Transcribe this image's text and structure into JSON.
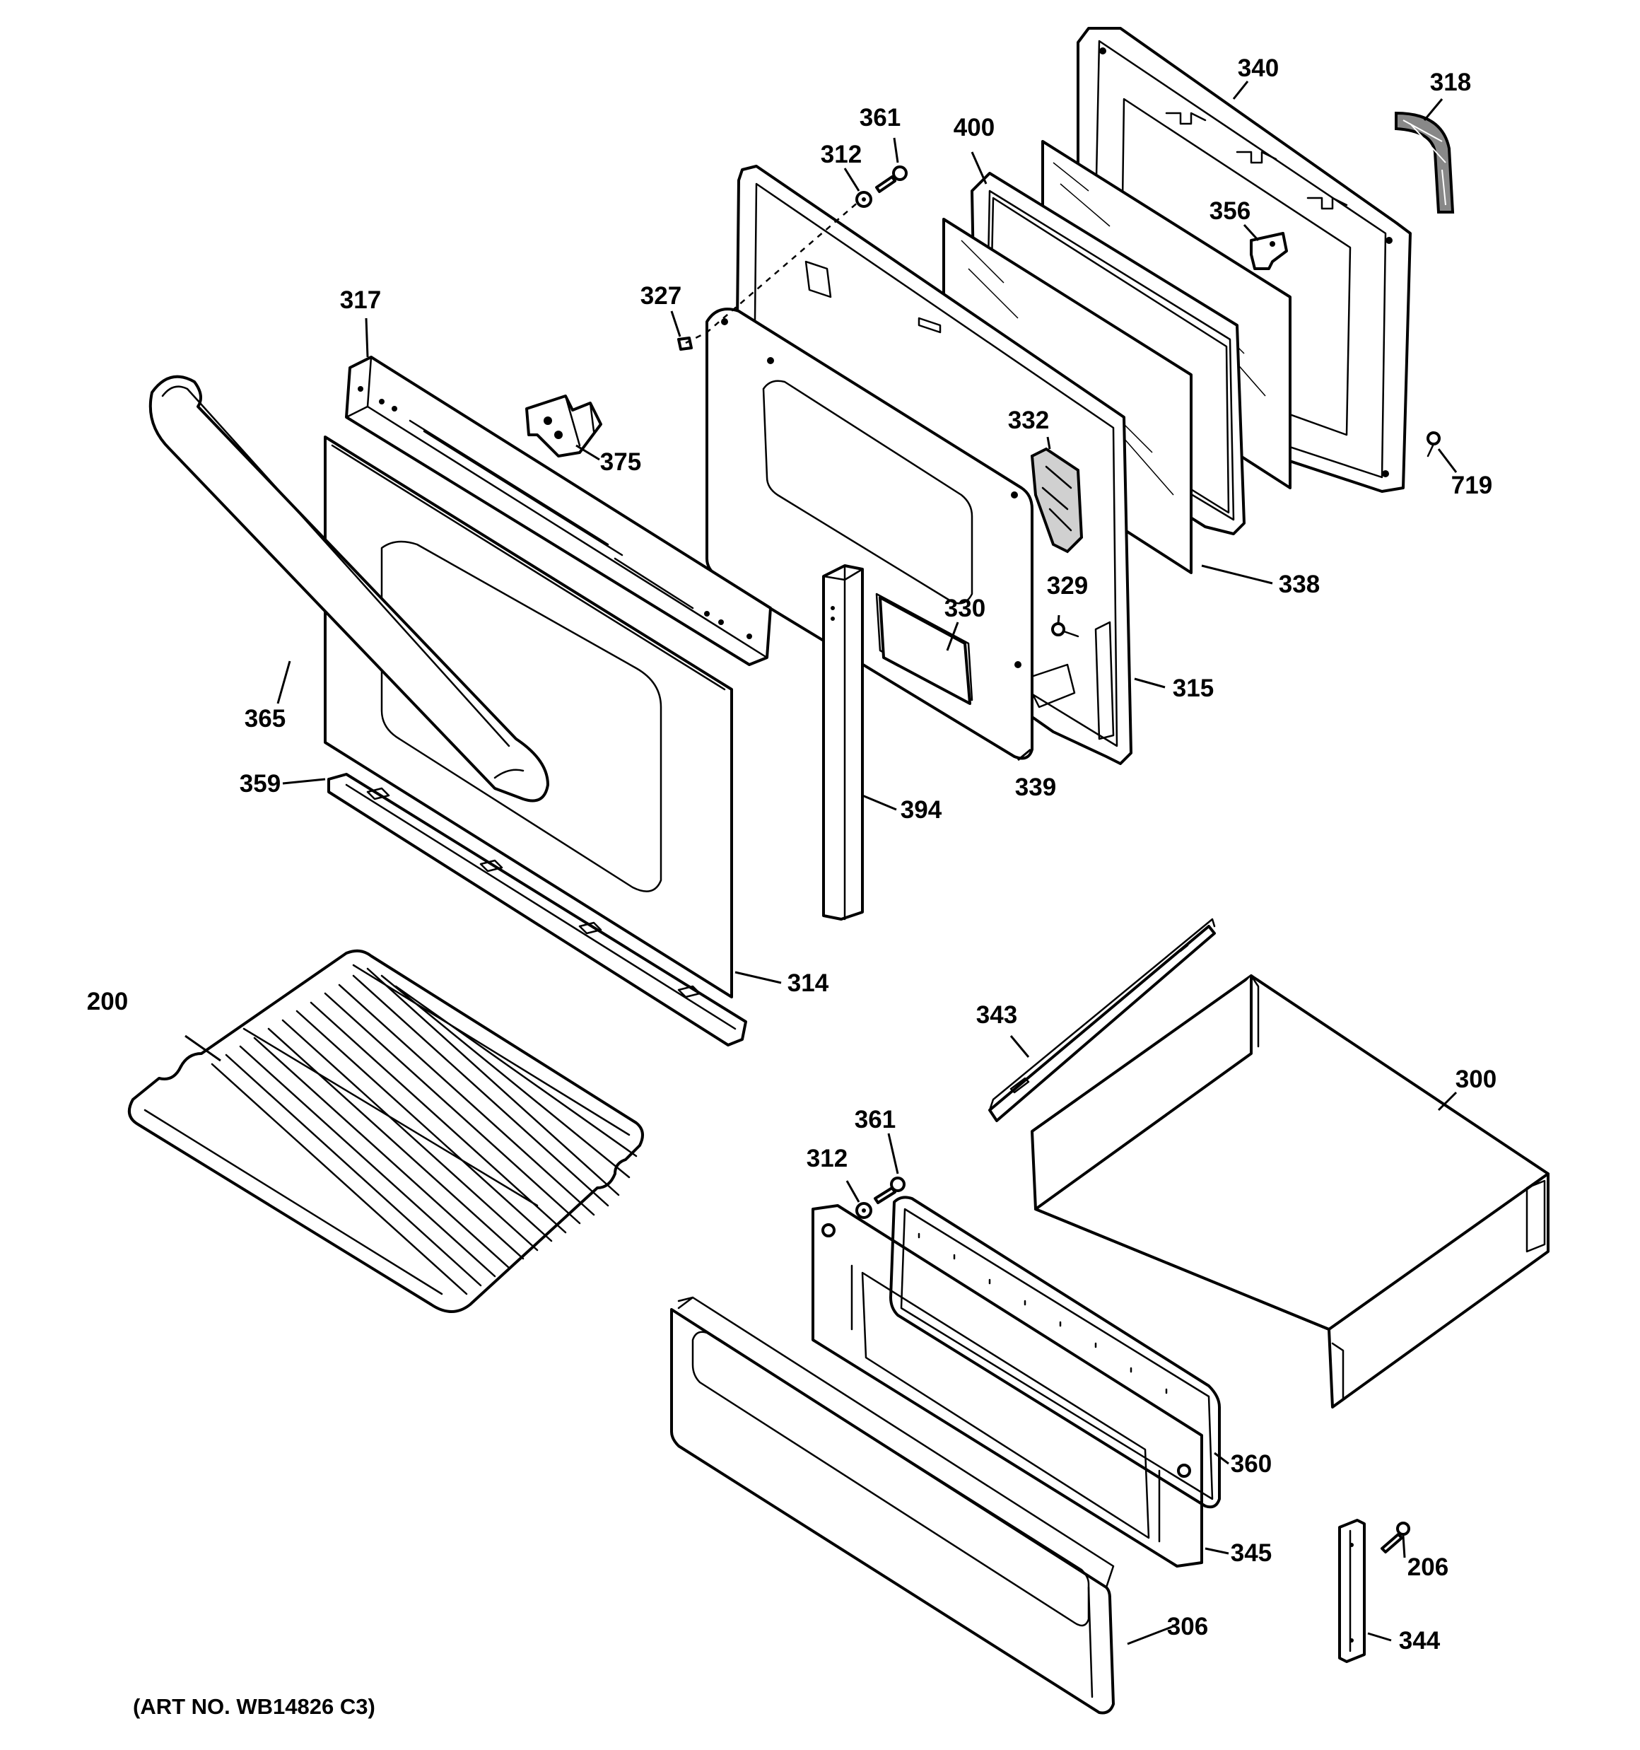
{
  "diagram": {
    "art_number": "(ART NO. WB14826 C3)",
    "callouts": [
      {
        "id": "c340",
        "text": "340"
      },
      {
        "id": "c318",
        "text": "318"
      },
      {
        "id": "c361a",
        "text": "361"
      },
      {
        "id": "c400",
        "text": "400"
      },
      {
        "id": "c312a",
        "text": "312"
      },
      {
        "id": "c356",
        "text": "356"
      },
      {
        "id": "c327",
        "text": "327"
      },
      {
        "id": "c317",
        "text": "317"
      },
      {
        "id": "c375",
        "text": "375"
      },
      {
        "id": "c332",
        "text": "332"
      },
      {
        "id": "c719",
        "text": "719"
      },
      {
        "id": "c338",
        "text": "338"
      },
      {
        "id": "c329",
        "text": "329"
      },
      {
        "id": "c330",
        "text": "330"
      },
      {
        "id": "c315",
        "text": "315"
      },
      {
        "id": "c365",
        "text": "365"
      },
      {
        "id": "c359",
        "text": "359"
      },
      {
        "id": "c339",
        "text": "339"
      },
      {
        "id": "c394",
        "text": "394"
      },
      {
        "id": "c314",
        "text": "314"
      },
      {
        "id": "c200",
        "text": "200"
      },
      {
        "id": "c343",
        "text": "343"
      },
      {
        "id": "c300",
        "text": "300"
      },
      {
        "id": "c361b",
        "text": "361"
      },
      {
        "id": "c312b",
        "text": "312"
      },
      {
        "id": "c360",
        "text": "360"
      },
      {
        "id": "c345",
        "text": "345"
      },
      {
        "id": "c206",
        "text": "206"
      },
      {
        "id": "c306",
        "text": "306"
      },
      {
        "id": "c344",
        "text": "344"
      }
    ]
  }
}
